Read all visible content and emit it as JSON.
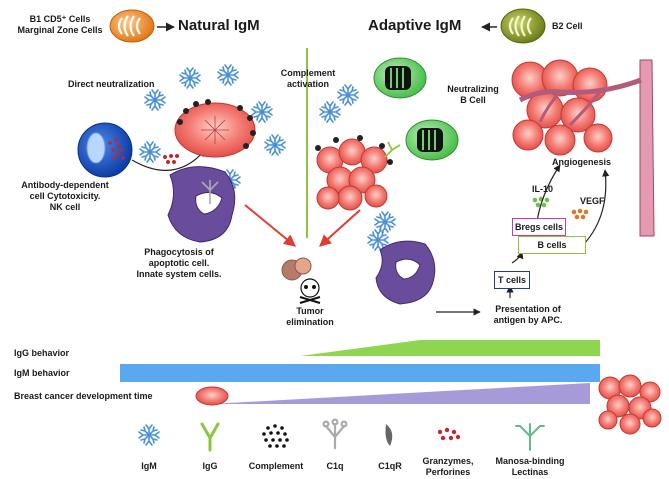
{
  "header": {
    "left_cells": [
      "B1 CD5⁺ Cells",
      "Marginal Zone Cells"
    ],
    "natural_igm": "Natural IgM",
    "adaptive_igm": "Adaptive IgM",
    "b2_cell": "B2 Cell"
  },
  "labels": {
    "direct_neutralization": "Direct neutralization",
    "complement_activation": [
      "Complement",
      "activation"
    ],
    "neutralizing_b_cell": [
      "Neutralizing",
      "B Cell"
    ],
    "angiogenesis": "Angiogenesis",
    "adcc": [
      "Antibody-dependent",
      "cell Cytotoxicity.",
      "NK cell"
    ],
    "phagocytosis": [
      "Phagocytosis of",
      "apoptotic cell.",
      "Innate system cells."
    ],
    "tumor_elimination": [
      "Tumor",
      "elimination"
    ],
    "il10": "IL-10",
    "vegf": "VEGF",
    "bregs_cells": "Bregs cells",
    "b_cells": "B cells",
    "t_cells": "T cells",
    "presentation": [
      "Presentation of",
      "antigen by APC."
    ]
  },
  "timeline": {
    "igg_behavior": "IgG behavior",
    "igm_behavior": "IgM behavior",
    "breast_cancer": "Breast cancer development time"
  },
  "legend": [
    {
      "icon": "igm-icon",
      "label": [
        "IgM"
      ]
    },
    {
      "icon": "igg-icon",
      "label": [
        "IgG"
      ]
    },
    {
      "icon": "complement-icon",
      "label": [
        "Complement"
      ]
    },
    {
      "icon": "c1q-icon",
      "label": [
        "C1q"
      ]
    },
    {
      "icon": "c1qr-icon",
      "label": [
        "C1qR"
      ]
    },
    {
      "icon": "granzymes-icon",
      "label": [
        "Granzymes,",
        "Perforines"
      ]
    },
    {
      "icon": "mbl-icon",
      "label": [
        "Manosa-binding",
        "Lectinas"
      ]
    }
  ],
  "colors": {
    "igm": "#3f8fd8",
    "igg": "#8cc63f",
    "tumor": "#f26b6b",
    "macrophage": "#6a4c9c",
    "nk": "#1e57c4",
    "b1": "#f28c28",
    "b2": "#8a9a2a",
    "neutralizing_b": "#6fcf6f",
    "igm_bar": "#5aa9f0",
    "igg_bar": "#8fd650",
    "cancer_bar": "#a79ad8",
    "divider": "#8cc63f",
    "arrow_red": "#e03c31"
  }
}
